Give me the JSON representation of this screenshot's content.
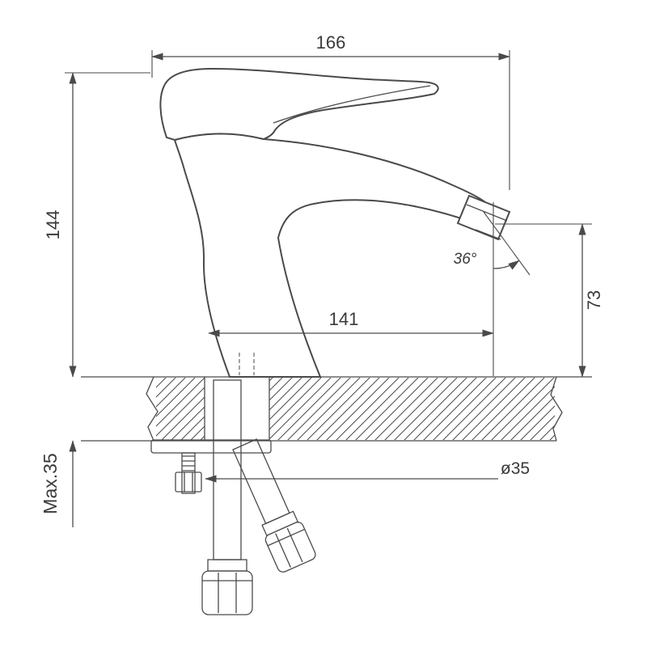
{
  "labels": {
    "width_overall": "166",
    "height_body": "144",
    "height_spout": "73",
    "reach_spout": "141",
    "angle": "36°",
    "max_thickness": "Max.35",
    "diameter": "ø35"
  },
  "colors": {
    "line": "#4a4a4a",
    "text": "#3a3a3a",
    "background": "#ffffff"
  }
}
